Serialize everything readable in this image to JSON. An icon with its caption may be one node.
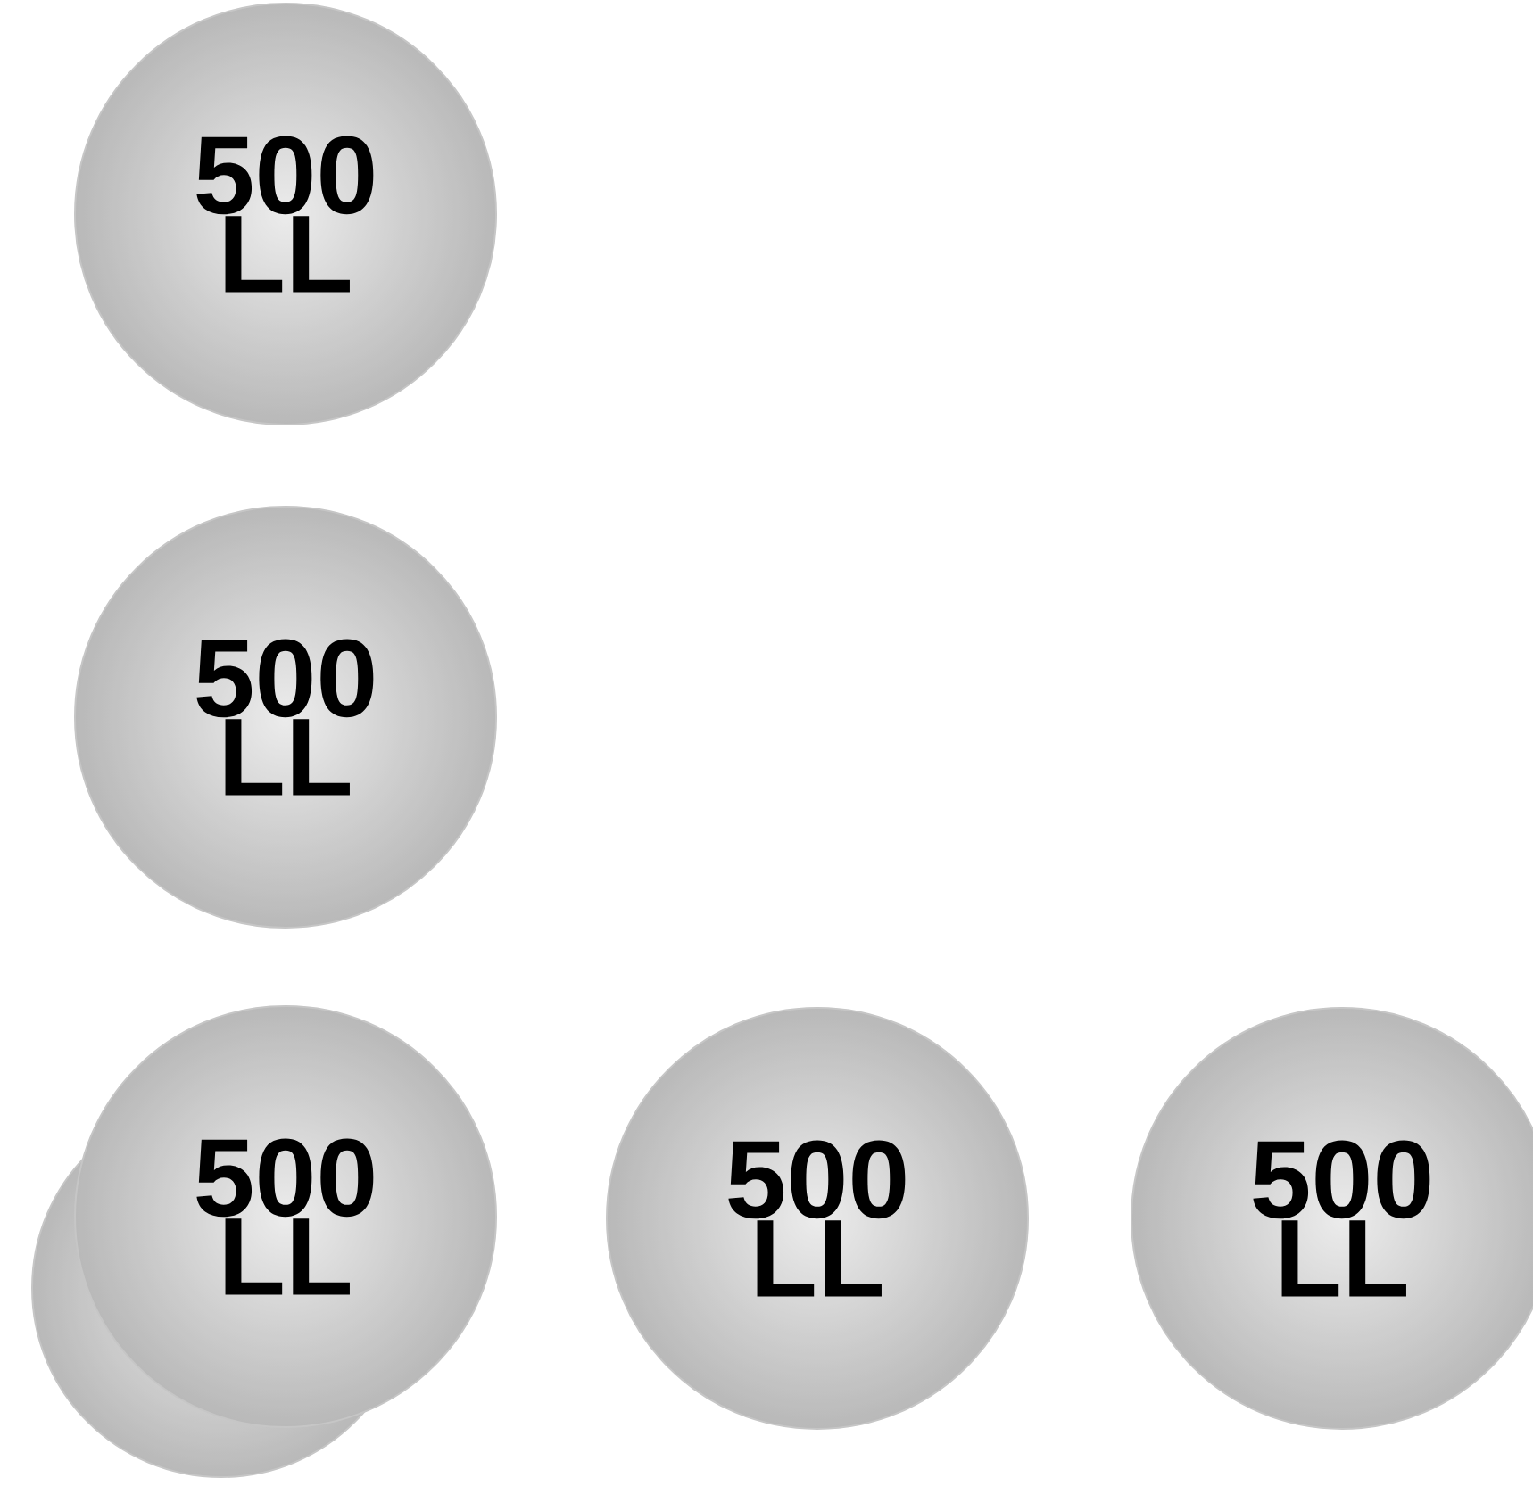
{
  "diagram": {
    "nodes": [
      {
        "text": [
          "500 LL"
        ]
      },
      {
        "text": [
          "500 LL"
        ]
      },
      {
        "text": [
          "500 LL"
        ]
      },
      {
        "text": [
          "500 LL"
        ]
      },
      {
        "text": [
          "500 LL"
        ]
      }
    ]
  }
}
